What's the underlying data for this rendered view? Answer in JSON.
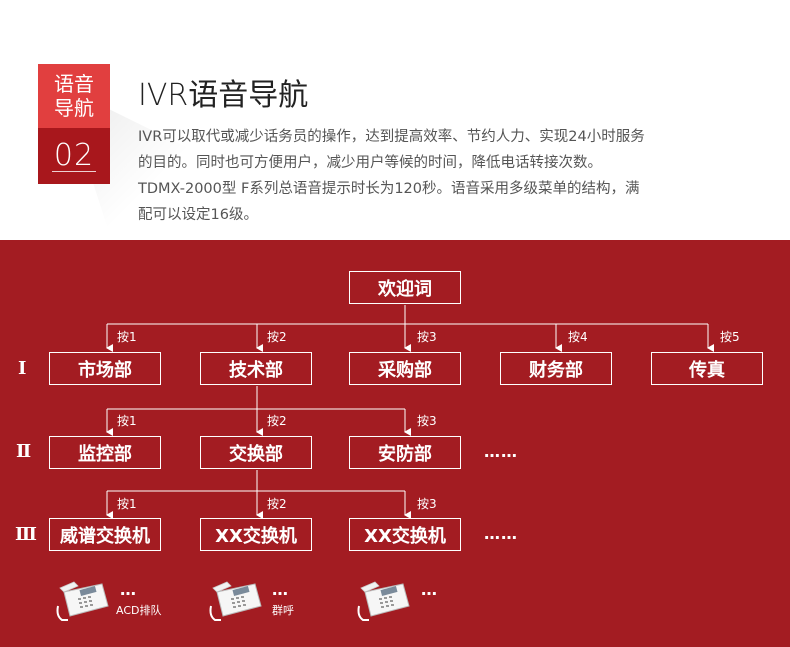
{
  "header": {
    "badge_line1": "语音",
    "badge_line2": "导航",
    "badge_num": "02",
    "title": "IVR语音导航",
    "desc_lines": [
      "IVR可以取代或减少话务员的操作，达到提高效率、节约人力、实现24小时服务",
      "的目的。同时也可方便用户，减少用户等候的时间，降低电话转接次数。",
      "TDMX-2000型 F系列总语音提示时长为120秒。语音采用多级菜单的结构，满",
      "配可以设定16级。"
    ]
  },
  "diagram": {
    "root": "欢迎词",
    "levels": [
      "Ⅰ",
      "Ⅱ",
      "Ⅲ"
    ],
    "level1": [
      "市场部",
      "技术部",
      "采购部",
      "财务部",
      "传真"
    ],
    "level1_keys": [
      "按1",
      "按2",
      "按3",
      "按4",
      "按5"
    ],
    "level2": [
      "监控部",
      "交换部",
      "安防部"
    ],
    "level2_keys": [
      "按1",
      "按2",
      "按3"
    ],
    "level2_more": "……",
    "level3": [
      "威谱交换机",
      "XX交换机",
      "XX交换机"
    ],
    "level3_keys": [
      "按1",
      "按2",
      "按3"
    ],
    "level3_more": "……",
    "phones": [
      {
        "dots": "…",
        "caption": "ACD排队"
      },
      {
        "dots": "…",
        "caption": "群呼"
      },
      {
        "dots": "…",
        "caption": ""
      }
    ]
  },
  "colors": {
    "panel_bg": "#a31c22",
    "badge_top": "#e13f3f",
    "badge_bottom": "#a8171c"
  }
}
